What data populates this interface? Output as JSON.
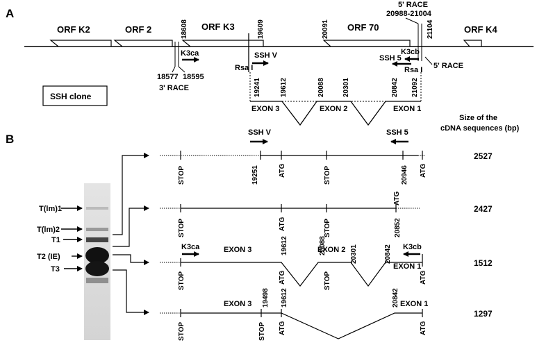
{
  "panels": {
    "a": "A",
    "b": "B"
  },
  "orfs": [
    {
      "id": "k2",
      "label": "ORF K2"
    },
    {
      "id": "2",
      "label": "ORF 2"
    },
    {
      "id": "k3",
      "label": "ORF K3"
    },
    {
      "id": "70",
      "label": "ORF 70"
    },
    {
      "id": "k4",
      "label": "ORF K4"
    }
  ],
  "panel_a": {
    "coords": {
      "c18608": "18608",
      "c19609": "19609",
      "c20091": "20091",
      "c21104": "21104",
      "c18577": "18577",
      "c18595": "18595"
    },
    "race5_title": "5' RACE",
    "race5_range": "20988-21004",
    "race5_label": "5' RACE",
    "race3_label": "3' RACE",
    "primer_k3ca": "K3ca",
    "primer_k3cb": "K3cb",
    "ssh_v": "SSH V",
    "ssh_5": "SSH 5",
    "rsa_left": "Rsa I",
    "rsa_right": "Rsa I",
    "clone_label": "SSH clone",
    "exon_coords": {
      "c19241": "19241",
      "c19612": "19612",
      "c20088": "20088",
      "c20301": "20301",
      "c20842": "20842",
      "c21092": "21092"
    },
    "exon3": "EXON 3",
    "exon2": "EXON 2",
    "exon1": "EXON 1"
  },
  "panel_b": {
    "size_header": [
      "Size of the",
      "cDNA sequences (bp)"
    ],
    "gel_labels": {
      "tlm1": "T(lm)1",
      "tlm2": "T(lm)2",
      "t1": "T1",
      "t2": "T2 (IE)",
      "t3": "T3"
    },
    "ssh_v": "SSH V",
    "ssh_5": "SSH 5",
    "stop": "STOP",
    "atg": "ATG",
    "row1": {
      "c19251": "19251",
      "c20946": "20946",
      "size": "2527"
    },
    "row2": {
      "c20852": "20852",
      "size": "2427"
    },
    "row3": {
      "primer_l": "K3ca",
      "exon3": "EXON 3",
      "exon2": "EXON 2",
      "exon1": "EXON 1",
      "primer_r": "K3cb",
      "c19612": "19612",
      "c20088": "20088",
      "c20301": "20301",
      "c20842": "20842",
      "size": "1512"
    },
    "row4": {
      "exon3": "EXON 3",
      "exon1": "EXON 1",
      "c19498": "19498",
      "c19612": "19612",
      "c20842": "20842",
      "size": "1297"
    }
  }
}
